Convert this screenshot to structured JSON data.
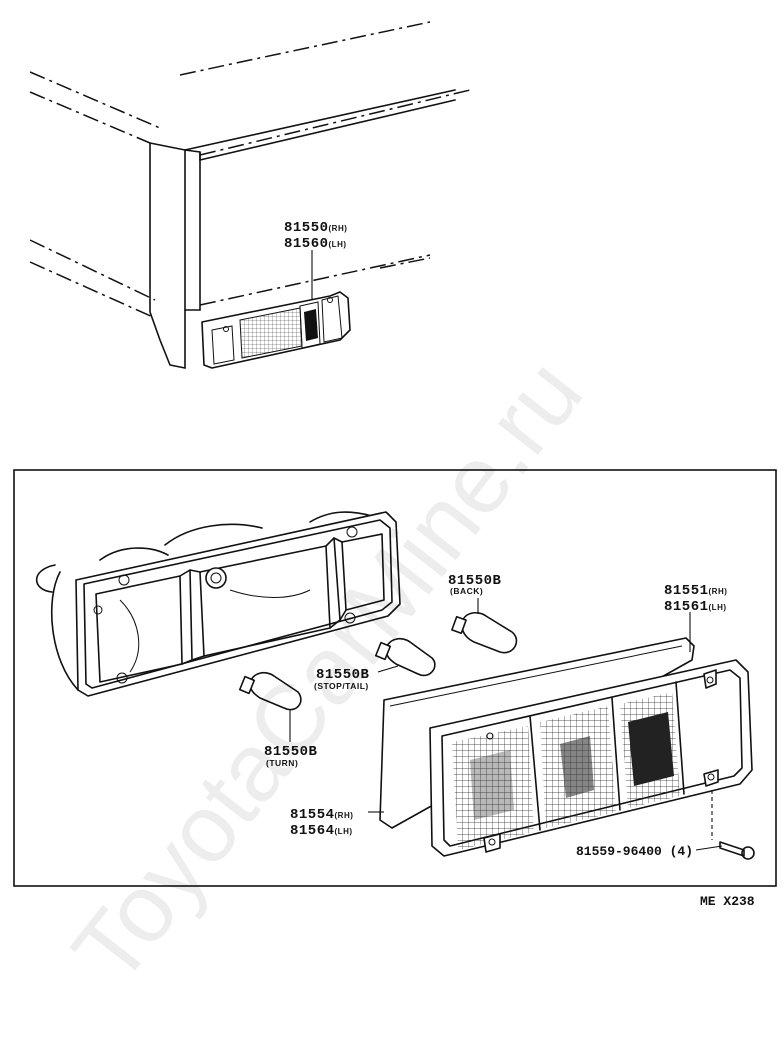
{
  "callouts": {
    "c1": {
      "part": "81550",
      "suffix": "(RH)"
    },
    "c2": {
      "part": "81560",
      "suffix": "(LH)"
    },
    "back_part": "81550B",
    "back_sub": "(BACK)",
    "stop_part": "81550B",
    "stop_sub": "(STOP/TAIL)",
    "turn_part": "81550B",
    "turn_sub": "(TURN)",
    "lens_rh": {
      "part": "81551",
      "suffix": "(RH)"
    },
    "lens_lh": {
      "part": "81561",
      "suffix": "(LH)"
    },
    "gasket_rh": {
      "part": "81554",
      "suffix": "(RH)"
    },
    "gasket_lh": {
      "part": "81564",
      "suffix": "(LH)"
    },
    "screw": "81559-96400 (4)"
  },
  "figure_code": "ME X238",
  "watermark": "ToyotaCarMine.ru"
}
